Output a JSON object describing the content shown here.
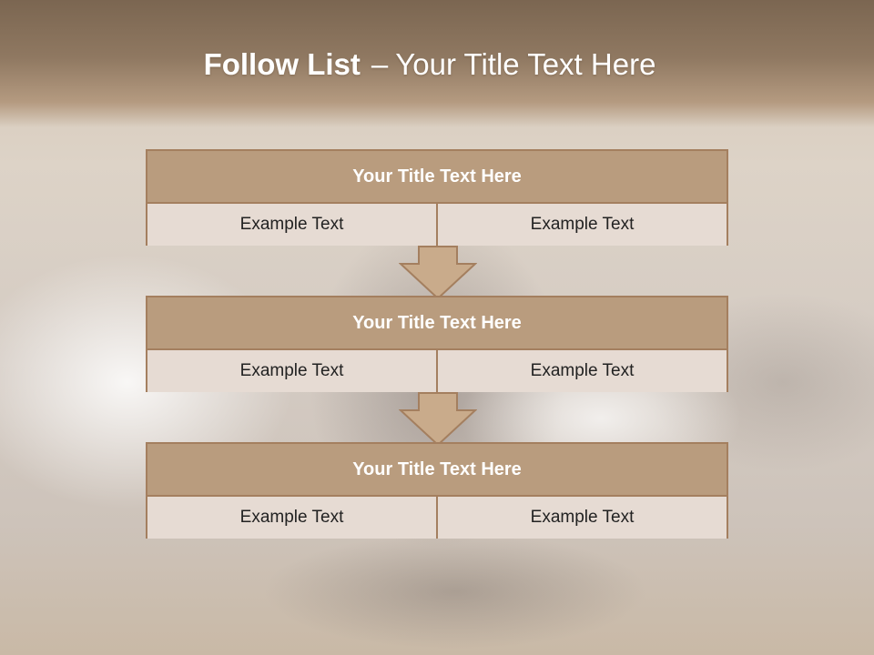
{
  "title": {
    "bold": "Follow List",
    "separator": "–",
    "rest": "Your Title Text Here"
  },
  "blocks": [
    {
      "heading": "Your Title Text Here",
      "left": "Example Text",
      "right": "Example Text"
    },
    {
      "heading": "Your Title Text Here",
      "left": "Example Text",
      "right": "Example Text"
    },
    {
      "heading": "Your Title Text Here",
      "left": "Example Text",
      "right": "Example Text"
    }
  ],
  "colors": {
    "header_fill": "#b99c7e",
    "border": "#a47f5f",
    "row_fill": "#e6dbd3",
    "arrow_fill": "#c9ab8b",
    "title_band": "#8f7861"
  }
}
